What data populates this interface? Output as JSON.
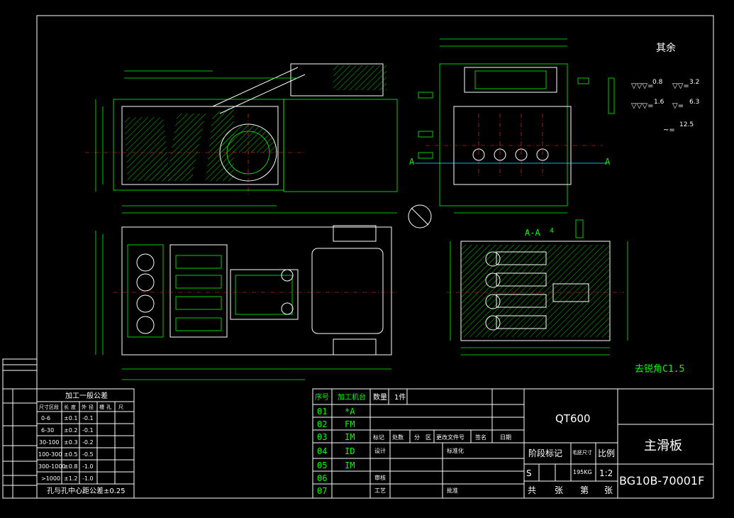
{
  "roughness": {
    "title": "其余",
    "r1": "0.8",
    "r2": "3.2",
    "r3": "1.6",
    "r4": "6.3",
    "r5": "12.5"
  },
  "notes": {
    "chamfer": "去锐角C1.5",
    "section": "A-A",
    "section_num": "4",
    "markA": "A",
    "markB": "A"
  },
  "tolerance": {
    "title": "加工一般公差",
    "headers": [
      "尺寸区段",
      "长",
      "度",
      "外",
      "径",
      "槽",
      "孔",
      "尺"
    ],
    "rows": [
      [
        "0-6",
        "±0.1",
        "-0.1"
      ],
      [
        "6-30",
        "±0.2",
        "-0.1"
      ],
      [
        "30-100",
        "±0.3",
        "-0.2"
      ],
      [
        "100-300",
        "±0.5",
        "-0.5"
      ],
      [
        "300-1000",
        "±0.8",
        "-1.0"
      ],
      [
        ">1000",
        "±1.2",
        "-1.0"
      ]
    ],
    "footer": "孔与孔中心距公差±0.25"
  },
  "process": {
    "headers": {
      "no": "序号",
      "machine": "加工机台",
      "qty": "数量",
      "qty_val": "1件"
    },
    "rows": [
      {
        "no": "01",
        "code": "*A"
      },
      {
        "no": "02",
        "code": "FM"
      },
      {
        "no": "03",
        "code": "IM"
      },
      {
        "no": "04",
        "code": "ID"
      },
      {
        "no": "05",
        "code": "IM"
      },
      {
        "no": "06",
        "code": ""
      },
      {
        "no": "07",
        "code": ""
      }
    ],
    "revision": [
      "标记",
      "处数",
      "分",
      "区",
      "更改文件号",
      "签名",
      "日期"
    ],
    "design": "设计",
    "standard": "标准化",
    "review": "审核",
    "craft": "工艺",
    "approve": "批准"
  },
  "title_block": {
    "material": "QT600",
    "stage": "阶段标记",
    "blank_size": "毛胚尺寸",
    "scale_label": "比例",
    "stage_val": "S",
    "weight": "195KG",
    "scale": "1:2",
    "sheets": [
      "共",
      "张",
      "第",
      "张"
    ],
    "part_name": "主滑板",
    "drawing_no": "BG10B-70001F"
  }
}
